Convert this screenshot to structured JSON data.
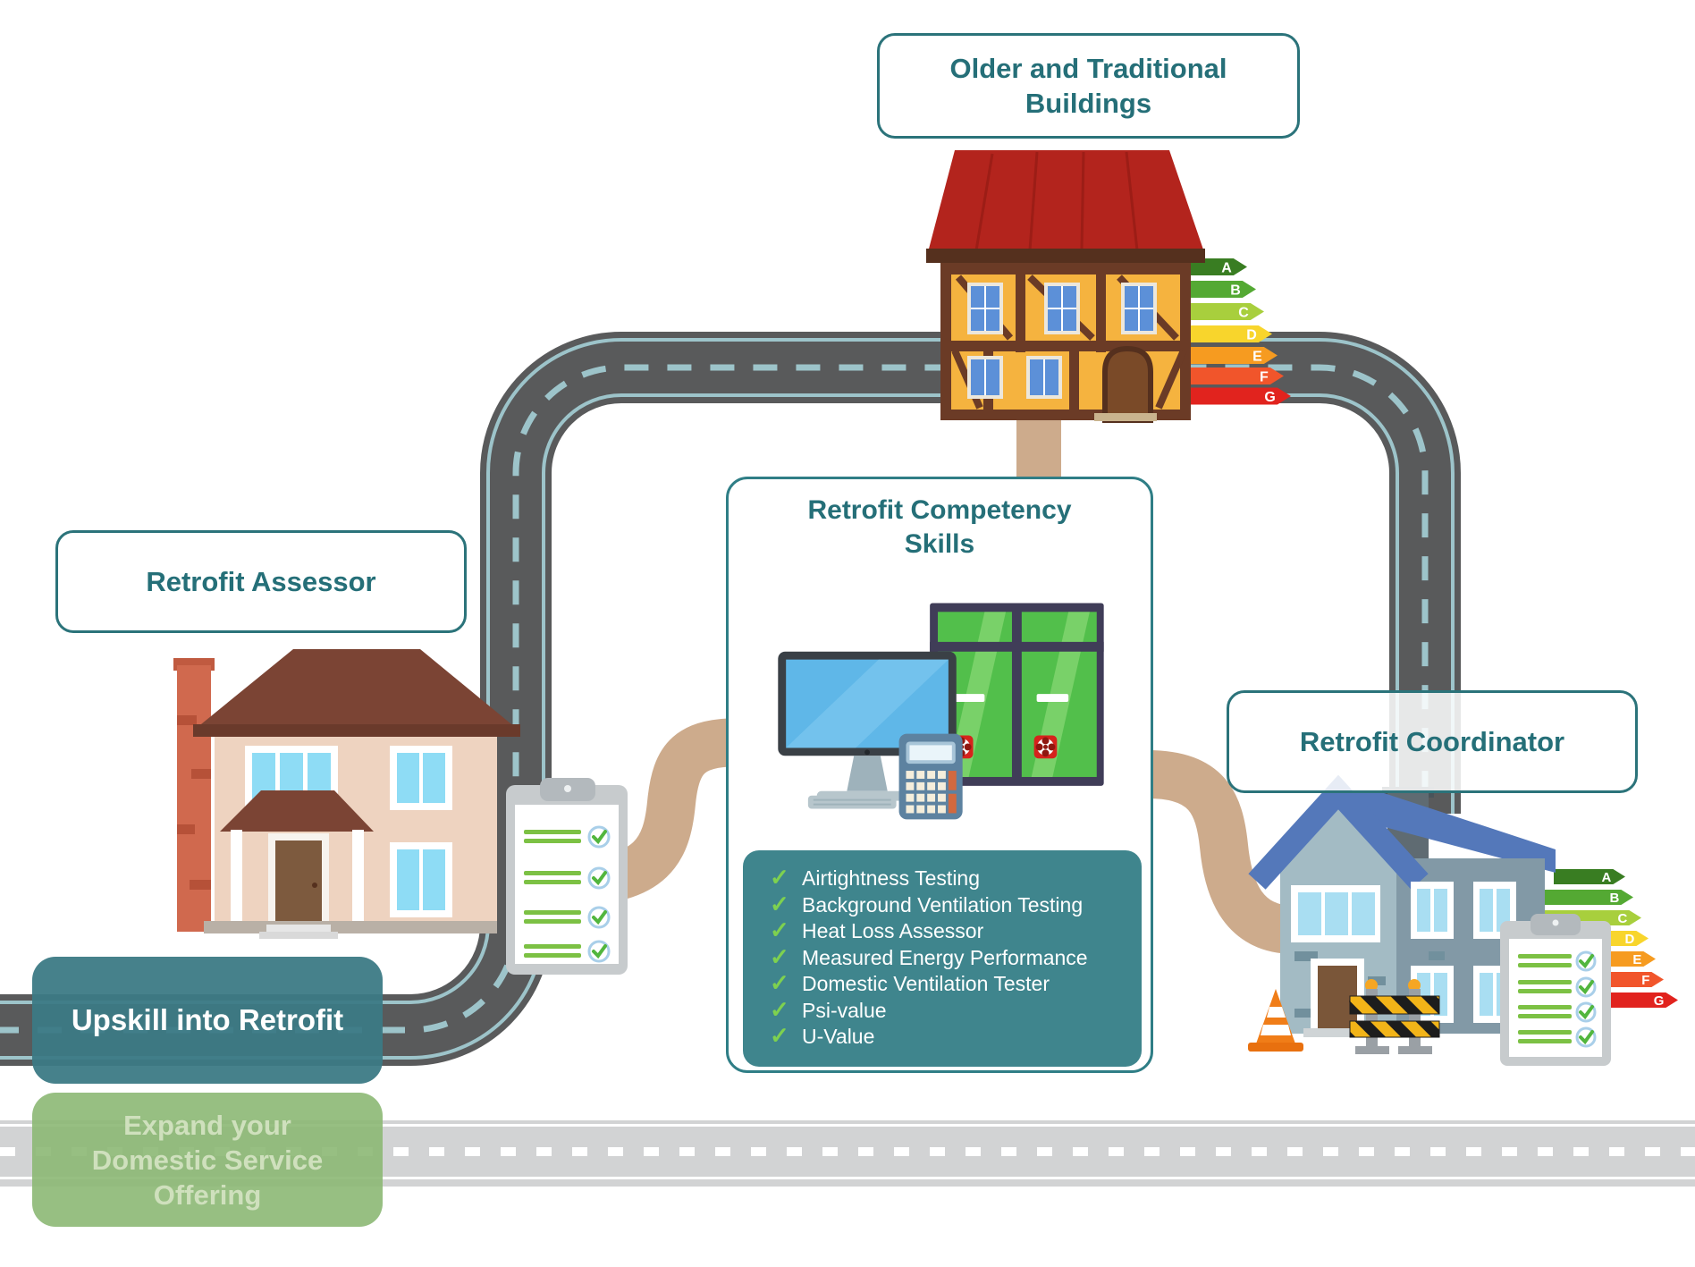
{
  "labels": {
    "older_line1": "Older and Traditional",
    "older_line2": "Buildings",
    "assessor": "Retrofit Assessor",
    "coordinator": "Retrofit Coordinator",
    "upskill": "Upskill into Retrofit",
    "expand_line1": "Expand your",
    "expand_line2": "Domestic Service",
    "expand_line3": "Offering"
  },
  "panel": {
    "title_line1": "Retrofit Competency",
    "title_line2": "Skills",
    "check_glyph": "✓",
    "skills": [
      "Airtightness Testing",
      "Background Ventilation Testing",
      "Heat Loss Assessor",
      "Measured Energy Performance",
      "Domestic Ventilation Tester",
      "Psi-value",
      "U-Value"
    ]
  },
  "epc": {
    "ratings": [
      "A",
      "B",
      "C",
      "D",
      "E",
      "F",
      "G"
    ],
    "colors": [
      "#397d22",
      "#54a933",
      "#a8cf3d",
      "#f8d52c",
      "#f69b20",
      "#f1552b",
      "#e1231e"
    ]
  },
  "colors": {
    "teal_text": "#256f78",
    "teal_border": "#2b737a",
    "skills_box": "#3f858d",
    "upskill_box": "#3c7a85",
    "expand_box": "#8cb874",
    "road_dark": "#595a5b",
    "road_marking": "#9dc4ca",
    "road_light": "#d2d3d4",
    "path_tan": "#cdab8c",
    "check_green": "#7ed14f"
  }
}
